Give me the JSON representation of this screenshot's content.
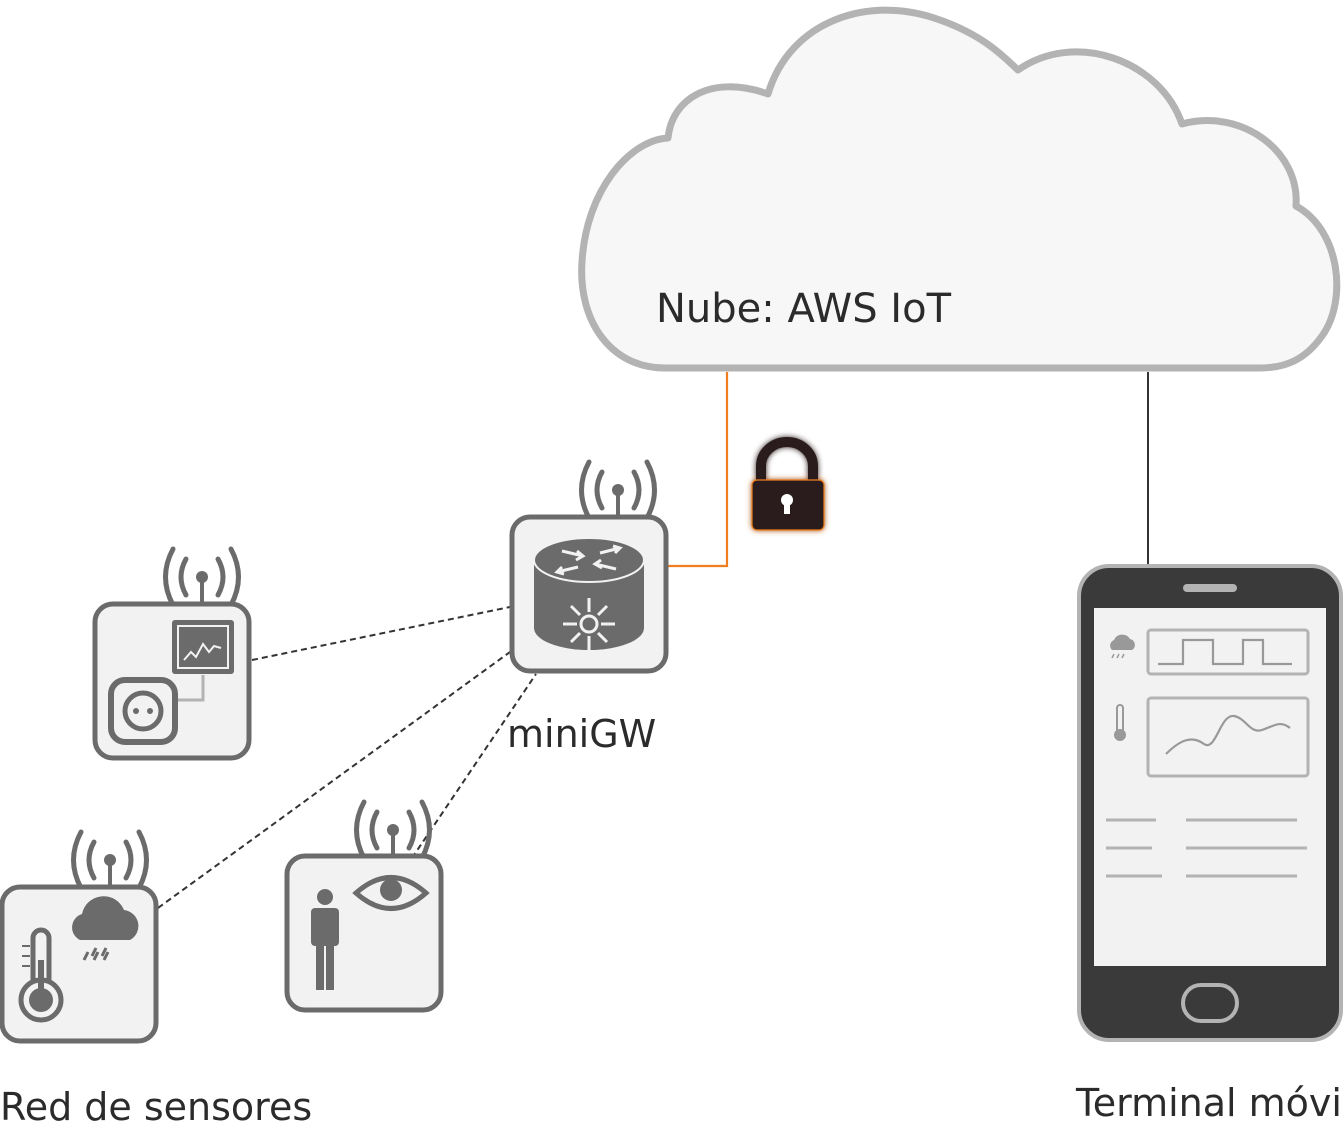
{
  "diagram": {
    "cloud": {
      "label": "Nube: AWS IoT",
      "icon": "cloud-icon"
    },
    "gateway": {
      "label": "miniGW",
      "icon": "router-icon"
    },
    "sensor_network": {
      "label": "Red de sensores"
    },
    "mobile": {
      "label": "Terminal móvil",
      "icon": "smartphone-icon"
    },
    "secure_link": {
      "icon": "padlock-icon",
      "color": "#f07d1e"
    },
    "sensors": [
      {
        "icon": "smart-plug-monitor-icon"
      },
      {
        "icon": "weather-thermometer-icon"
      },
      {
        "icon": "presence-eye-icon"
      }
    ],
    "colors": {
      "device_fill": "#f2f2f2",
      "device_stroke": "#6b6b6b",
      "icon_dark": "#6b6b6b",
      "cloud_fill": "#f7f7f7",
      "cloud_stroke": "#b3b3b3",
      "phone_body": "#3a3a3a",
      "lock_body": "#2a1f1f",
      "secure_line": "#f07d1e"
    }
  }
}
